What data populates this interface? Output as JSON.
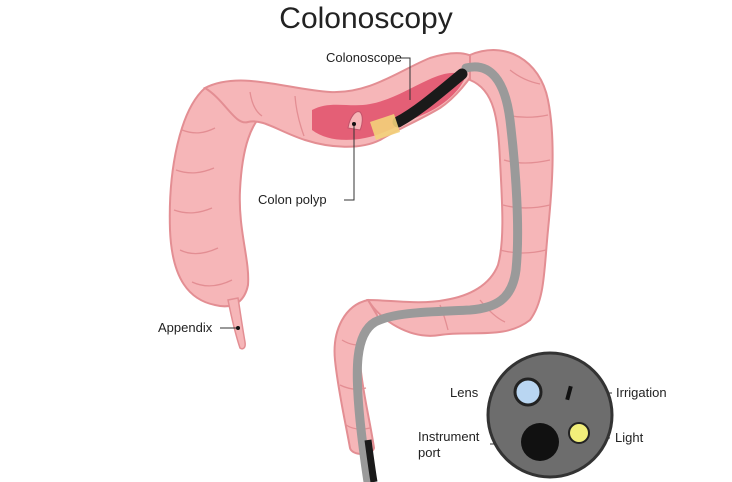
{
  "title": "Colonoscopy",
  "labels": {
    "colonoscope": "Colonoscope",
    "colon_polyp": "Colon polyp",
    "appendix": "Appendix",
    "lens": "Lens",
    "irrigation": "Irrigation",
    "instrument_port_line1": "Instrument",
    "instrument_port_line2": "port",
    "light": "Light"
  },
  "colors": {
    "colon_wall": "#f6b6b8",
    "colon_fold": "#e38e93",
    "inflamed": "#e0506a",
    "scope_body": "#1a1a1a",
    "scope_sheath": "#9a9a9a",
    "polyp": "#f3d27a",
    "scope_tip_face": "#6d6d6d",
    "lens": "#b9d6f2",
    "light": "#f2ef7a"
  }
}
